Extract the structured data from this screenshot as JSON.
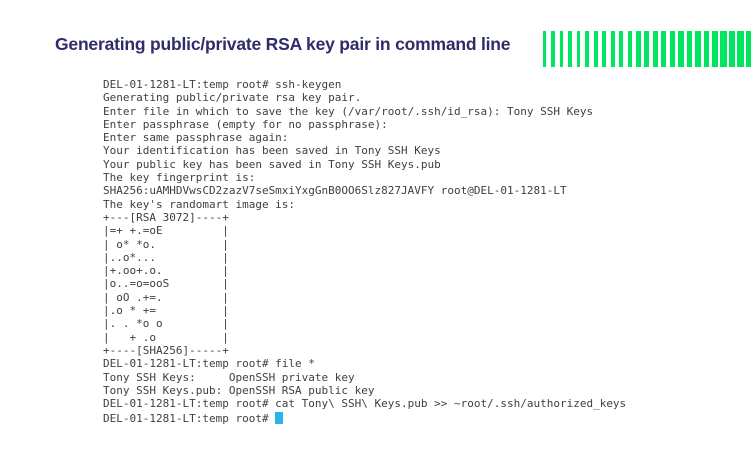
{
  "header": {
    "title": "Generating public/private RSA key pair in command line",
    "title_color": "#2f2c6a",
    "bars": {
      "count": 25,
      "color": "#00e661"
    }
  },
  "terminal": {
    "text_color": "#3f3f3f",
    "cursor_color": "#2ab5e8",
    "lines": [
      "DEL-01-1281-LT:temp root# ssh-keygen",
      "Generating public/private rsa key pair.",
      "Enter file in which to save the key (/var/root/.ssh/id_rsa): Tony SSH Keys",
      "Enter passphrase (empty for no passphrase):",
      "Enter same passphrase again:",
      "Your identification has been saved in Tony SSH Keys",
      "Your public key has been saved in Tony SSH Keys.pub",
      "The key fingerprint is:",
      "SHA256:uAMHDVwsCD2zazV7seSmxiYxgGnB0OO6Slz827JAVFY root@DEL-01-1281-LT",
      "The key's randomart image is:",
      "+---[RSA 3072]----+",
      "|=+ +.=oE         |",
      "| o* *o.          |",
      "|..o*...          |",
      "|+.oo+.o.         |",
      "|o..=o=ooS        |",
      "| oO .+=.         |",
      "|.o * +=          |",
      "|. . *o o         |",
      "|   + .o          |",
      "+----[SHA256]-----+",
      "DEL-01-1281-LT:temp root# file *",
      "Tony SSH Keys:     OpenSSH private key",
      "Tony SSH Keys.pub: OpenSSH RSA public key",
      "DEL-01-1281-LT:temp root# cat Tony\\ SSH\\ Keys.pub >> ~root/.ssh/authorized_keys"
    ],
    "prompt": "DEL-01-1281-LT:temp root# "
  }
}
